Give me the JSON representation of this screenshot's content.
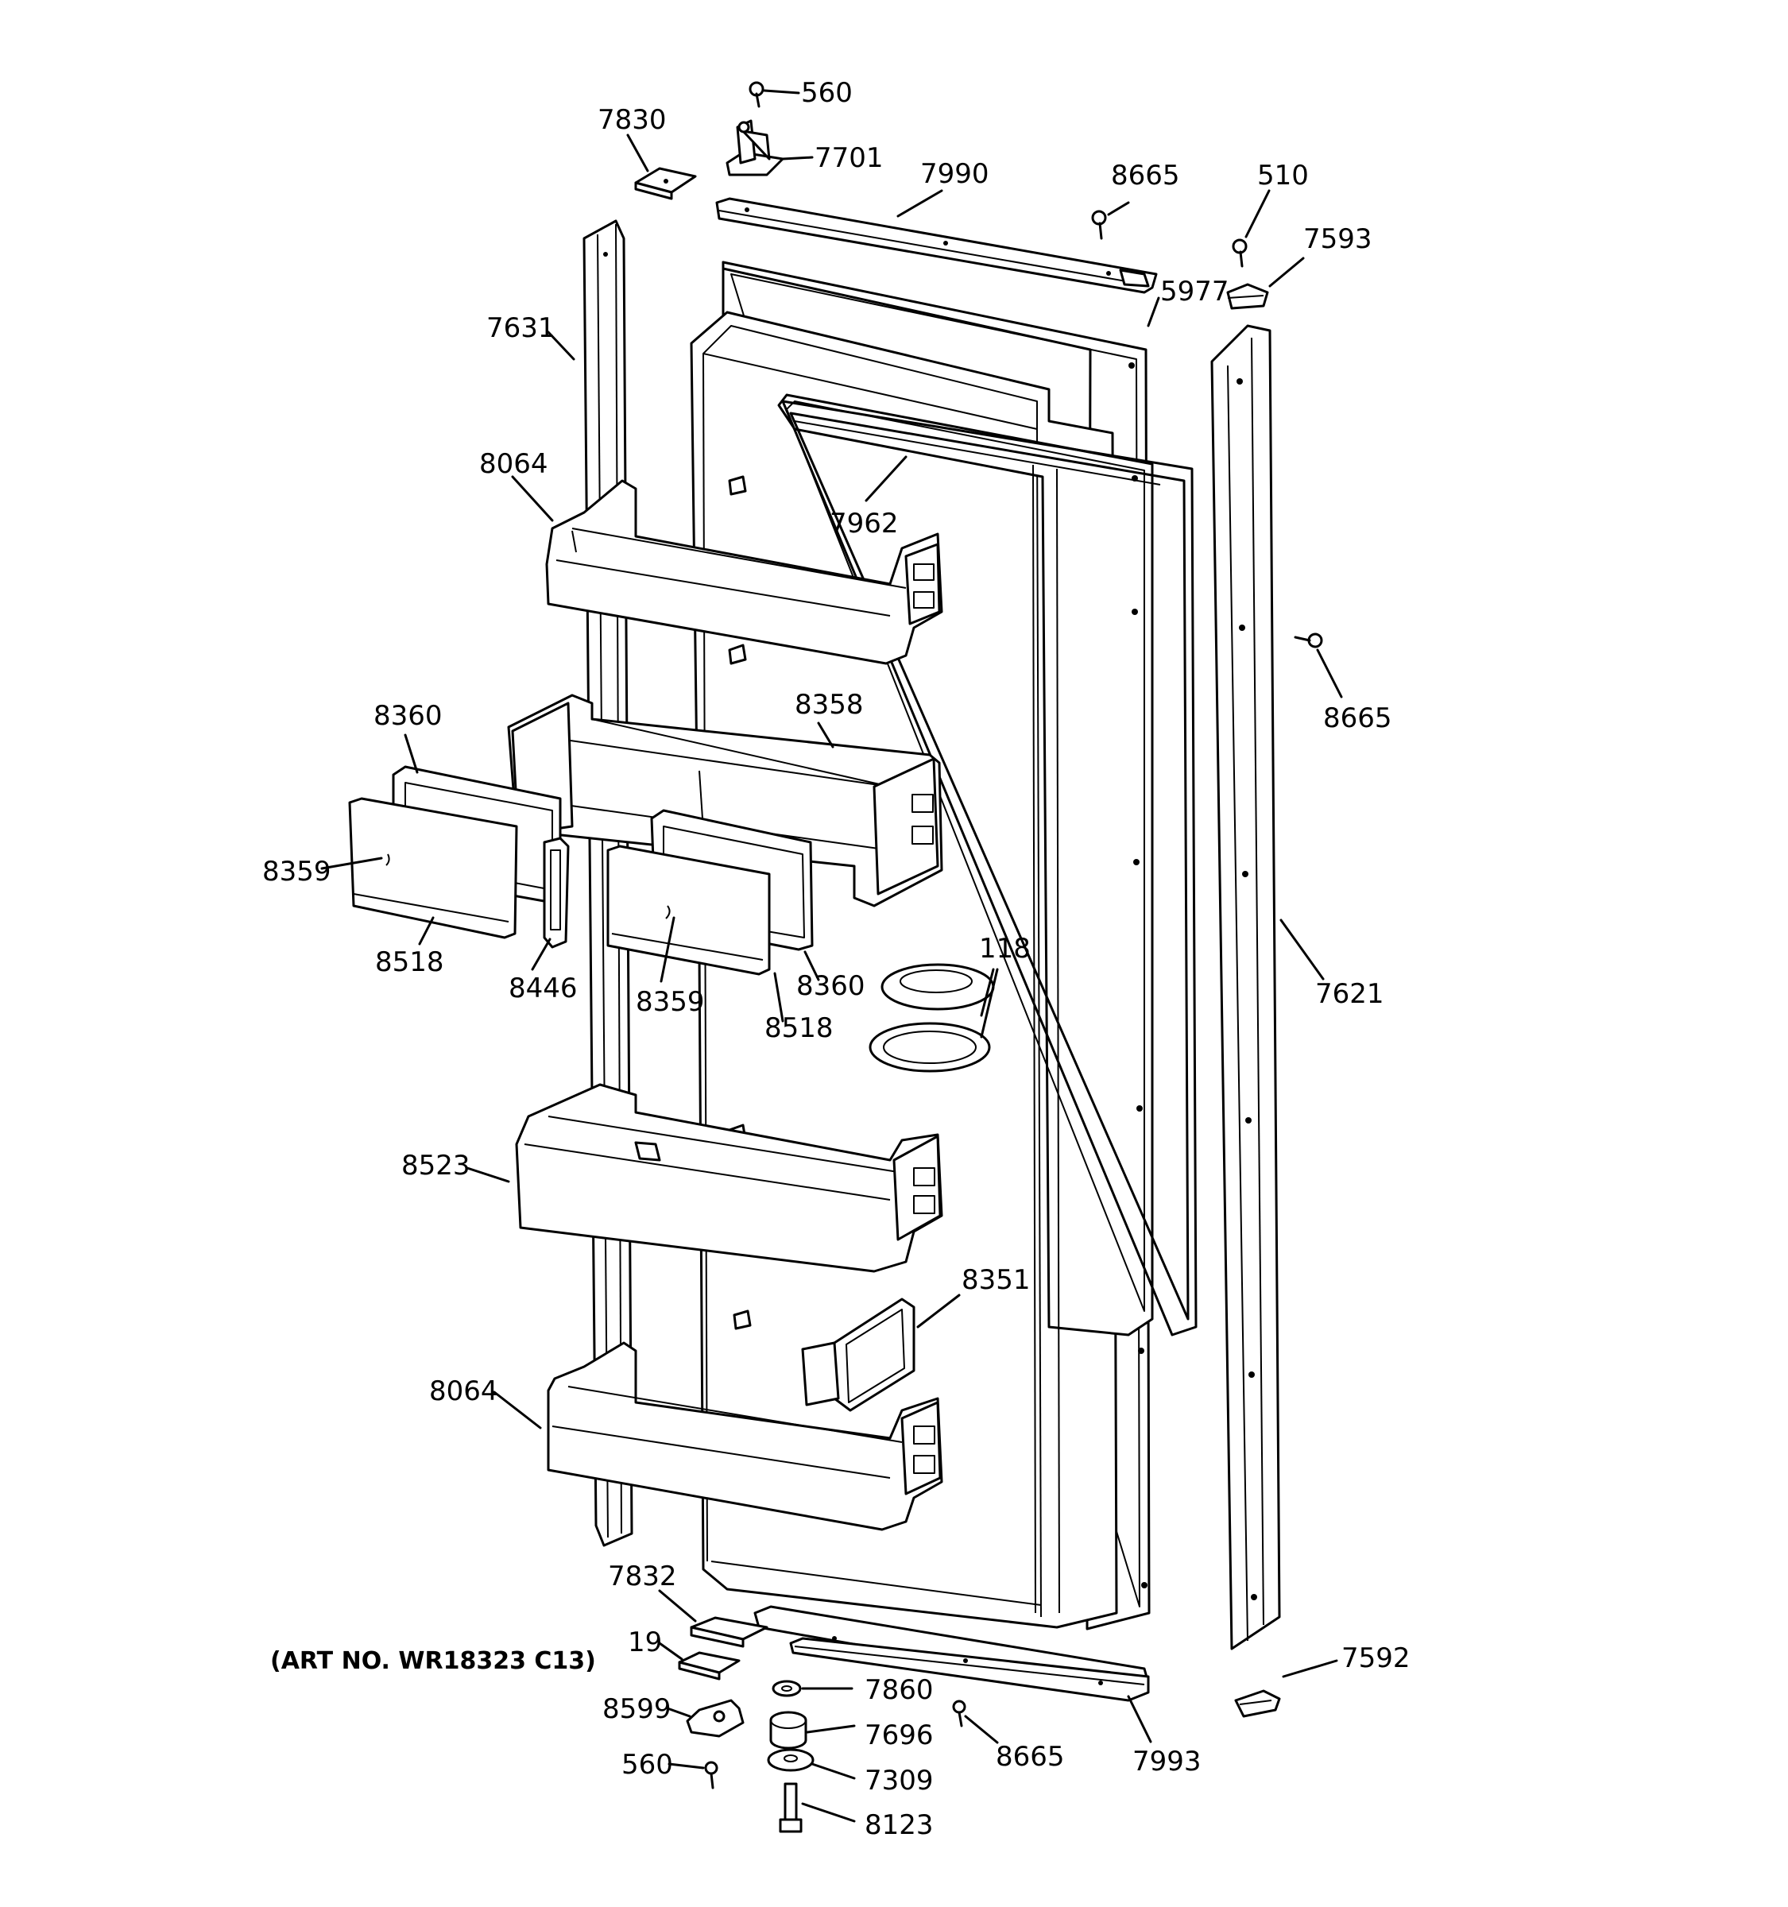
{
  "art_number": "(ART NO. WR18323 C13)",
  "callouts": {
    "c560_top": "560",
    "c7830": "7830",
    "c7701": "7701",
    "c7990": "7990",
    "c8665_top": "8665",
    "c510": "510",
    "c7593": "7593",
    "c5977": "5977",
    "c7631": "7631",
    "c8064_top": "8064",
    "c7962": "7962",
    "c8665_right": "8665",
    "c8360_left": "8360",
    "c8358": "8358",
    "c8359_left": "8359",
    "c8518_left": "8518",
    "c8446": "8446",
    "c8359_mid": "8359",
    "c8360_mid": "8360",
    "c8518_mid": "8518",
    "c118": "118",
    "c7621": "7621",
    "c8523": "8523",
    "c8351": "8351",
    "c8064_bottom": "8064",
    "c7832": "7832",
    "c19": "19",
    "c8599": "8599",
    "c560_bottom": "560",
    "c7860": "7860",
    "c7696": "7696",
    "c7309": "7309",
    "c8123": "8123",
    "c8665_bottom": "8665",
    "c7993": "7993",
    "c7592": "7592"
  }
}
